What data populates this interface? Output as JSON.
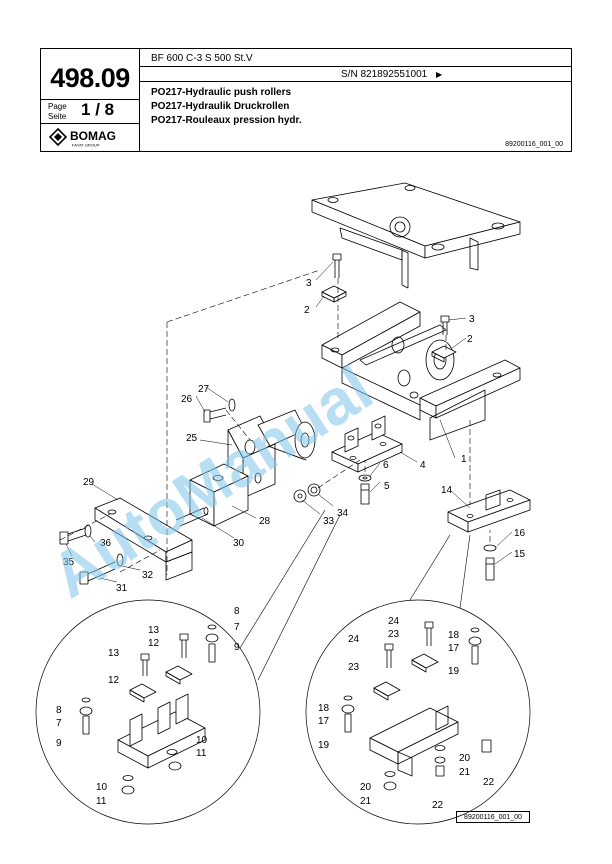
{
  "header": {
    "doc_number": "498.09",
    "page_label_en": "Page",
    "page_label_de": "Seite",
    "page_current": "1",
    "page_total": "8",
    "page_sep": "/",
    "brand": "BOMAG",
    "brand_sub": "FAYAT GROUP",
    "model": "BF 600 C-3 S 500 St.V",
    "serial": "S/N 821892551001",
    "serial_arrow": "▶",
    "title_en": "PO217-Hydraulic push rollers",
    "title_de": "PO217-Hydraulik Druckrollen",
    "title_fr": "PO217-Rouleaux pression hydr.",
    "drawing_ref": "89200116_001_00"
  },
  "drawing": {
    "watermark": "AutoManual",
    "figure_ref": "89200116_001_00",
    "callouts": [
      "1",
      "2",
      "3",
      "4",
      "5",
      "6",
      "7",
      "8",
      "9",
      "10",
      "11",
      "12",
      "13",
      "14",
      "15",
      "16",
      "17",
      "18",
      "19",
      "20",
      "21",
      "22",
      "23",
      "24",
      "25",
      "26",
      "27",
      "28",
      "29",
      "30",
      "31",
      "32",
      "33",
      "34",
      "35",
      "36"
    ]
  }
}
